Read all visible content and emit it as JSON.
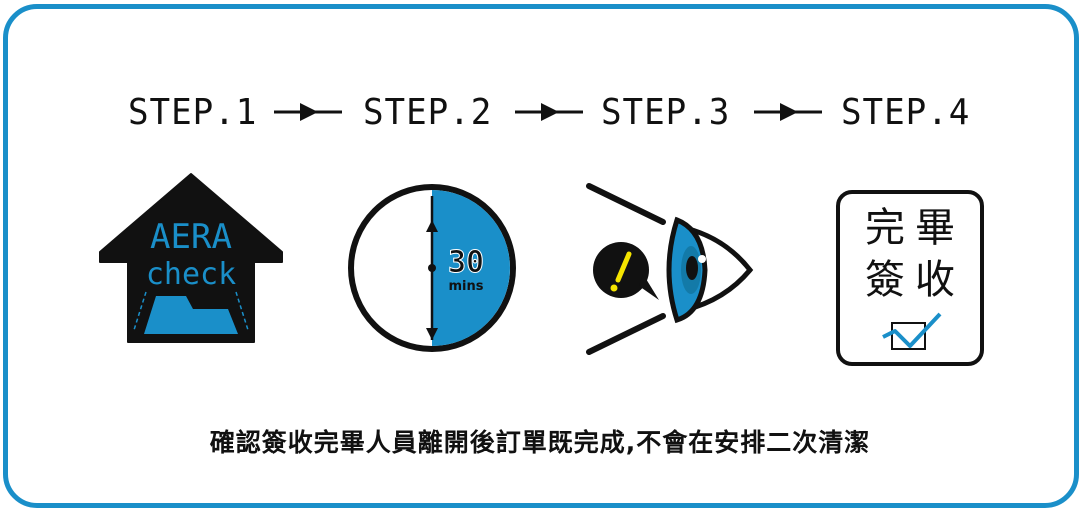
{
  "steps": [
    {
      "label": "STEP.1"
    },
    {
      "label": "STEP.2"
    },
    {
      "label": "STEP.3"
    },
    {
      "label": "STEP.4"
    }
  ],
  "icons": {
    "house_text_line1": "AERA",
    "house_text_line2": "check",
    "timer_value": "30",
    "timer_unit": "mins",
    "certificate_text": [
      "完",
      "畢",
      "簽",
      "收"
    ]
  },
  "caption": "確認簽收完畢人員離開後訂單既完成,不會在安排二次清潔",
  "colors": {
    "accent": "#1a8fc9",
    "warning": "#f5e400",
    "ink": "#111111"
  }
}
